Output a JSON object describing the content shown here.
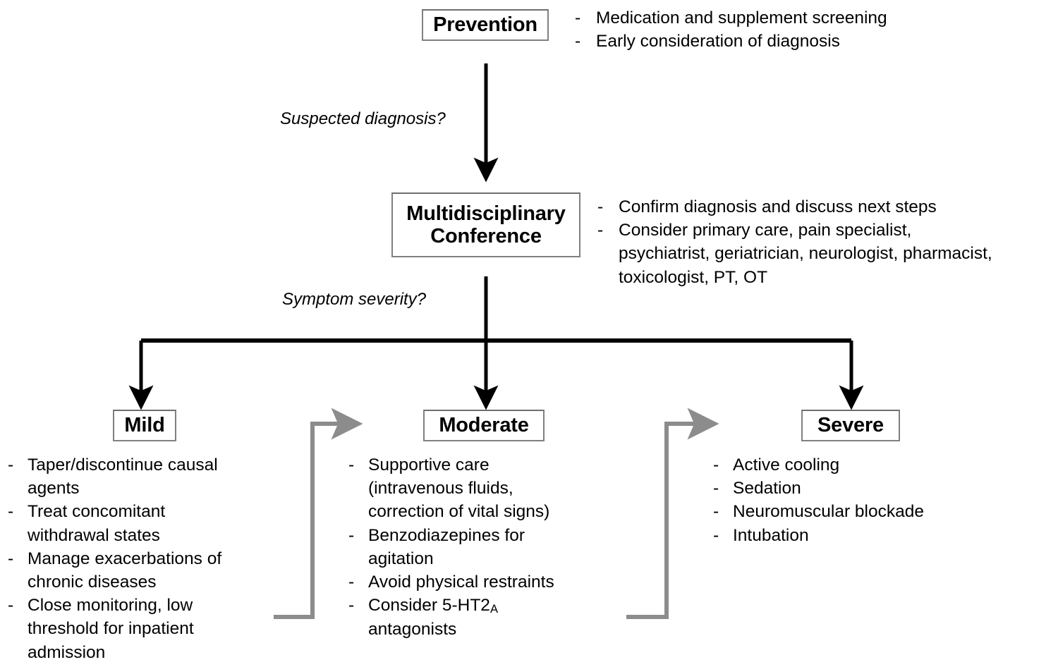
{
  "diagram": {
    "title": "Serotonin syndrome management flowchart",
    "colors": {
      "node_border": "#808080",
      "primary_arrow": "#000000",
      "escalation_arrow": "#8c8c8c",
      "text": "#000000",
      "background": "#ffffff"
    },
    "nodes": [
      {
        "id": "prevention",
        "label": "Prevention"
      },
      {
        "id": "conference",
        "label": "Multidisciplinary\nConference"
      },
      {
        "id": "mild",
        "label": "Mild"
      },
      {
        "id": "moderate",
        "label": "Moderate"
      },
      {
        "id": "severe",
        "label": "Severe"
      }
    ],
    "edge_labels": [
      {
        "id": "suspected",
        "text": "Suspected diagnosis?"
      },
      {
        "id": "severity",
        "text": "Symptom severity?"
      }
    ],
    "bullet_groups": [
      {
        "id": "prevention",
        "marker": "-",
        "items": [
          "Medication and supplement screening",
          "Early consideration of diagnosis"
        ]
      },
      {
        "id": "conference",
        "marker": "-",
        "items": [
          "Confirm diagnosis and discuss next steps",
          "Consider primary care, pain specialist,\npsychiatrist, geriatrician, neurologist, pharmacist,\ntoxicologist, PT, OT"
        ]
      },
      {
        "id": "mild",
        "marker": "-",
        "items": [
          "Taper/discontinue causal\nagents",
          "Treat concomitant\nwithdrawal states",
          "Manage exacerbations of\nchronic diseases",
          "Close monitoring, low\nthreshold for inpatient\nadmission"
        ]
      },
      {
        "id": "moderate",
        "marker": "-",
        "items": [
          "Supportive care\n(intravenous fluids,\ncorrection of vital signs)",
          "Benzodiazepines for\nagitation",
          "Avoid physical restraints",
          "Consider 5-HT2<sub>A</sub>\nantagonists"
        ]
      },
      {
        "id": "severe",
        "marker": "-",
        "items": [
          "Active cooling",
          "Sedation",
          "Neuromuscular blockade",
          "Intubation"
        ]
      }
    ]
  }
}
